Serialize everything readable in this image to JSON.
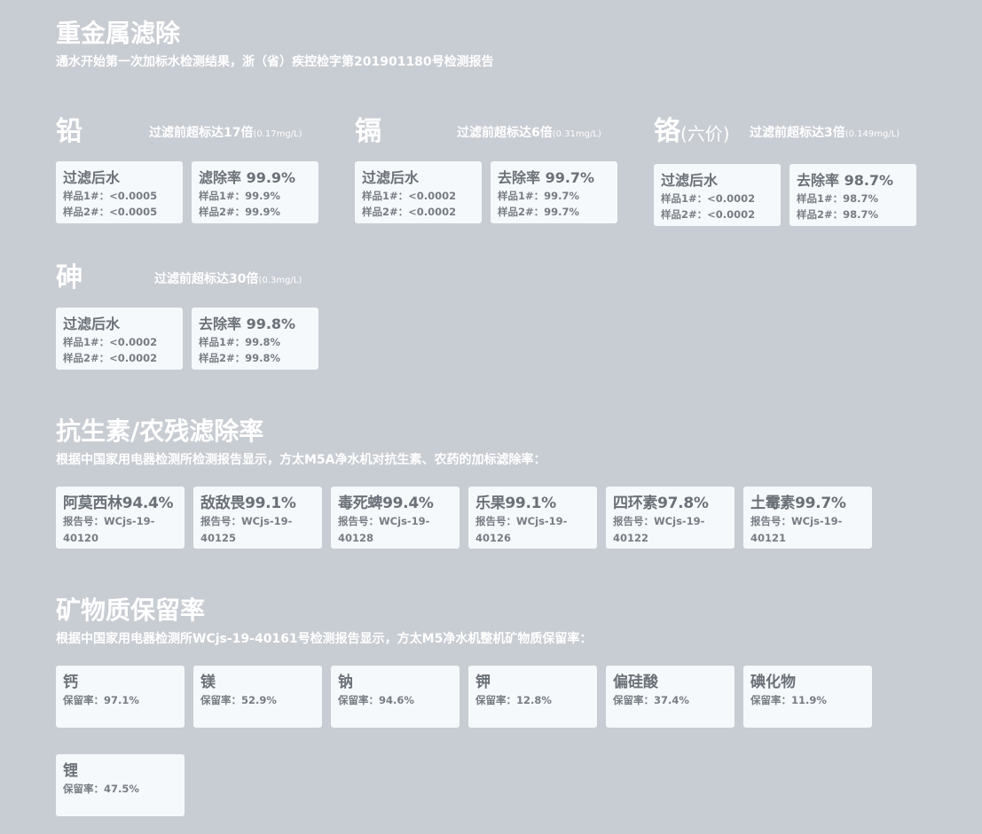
{
  "heavy_metals": {
    "title": "重金属滤除",
    "subtitle": "通水开始第一次加标水检测结果，浙（省）疾控检字第201901180号检测报告",
    "items": [
      {
        "name": "铅",
        "suffix": "",
        "exceed": "过滤前超标达17倍",
        "concentration": "(0.17mg/L)",
        "after": {
          "title": "过滤后水",
          "s1": "样品1#：<0.0005",
          "s2": "样品2#：<0.0005"
        },
        "rate": {
          "title": "滤除率 99.9%",
          "s1": "样品1#：99.9%",
          "s2": "样品2#：99.9%"
        }
      },
      {
        "name": "镉",
        "suffix": "",
        "exceed": "过滤前超标达6倍",
        "concentration": "(0.31mg/L)",
        "after": {
          "title": "过滤后水",
          "s1": "样品1#：<0.0002",
          "s2": "样品2#：<0.0002"
        },
        "rate": {
          "title": "去除率 99.7%",
          "s1": "样品1#：99.7%",
          "s2": "样品2#：99.7%"
        }
      },
      {
        "name": "铬",
        "suffix": "(六价)",
        "exceed": "过滤前超标达3倍",
        "concentration": "(0.149mg/L)",
        "after": {
          "title": "过滤后水",
          "s1": "样品1#：<0.0002",
          "s2": "样品2#：<0.0002"
        },
        "rate": {
          "title": "去除率 98.7%",
          "s1": "样品1#：98.7%",
          "s2": "样品2#：98.7%"
        }
      },
      {
        "name": "砷",
        "suffix": "",
        "exceed": "过滤前超标达30倍",
        "concentration": "(0.3mg/L)",
        "after": {
          "title": "过滤后水",
          "s1": "样品1#：<0.0002",
          "s2": "样品2#：<0.0002"
        },
        "rate": {
          "title": "去除率 99.8%",
          "s1": "样品1#：99.8%",
          "s2": "样品2#：99.8%"
        }
      }
    ]
  },
  "antibiotics": {
    "title": "抗生素/农残滤除率",
    "subtitle": "根据中国家用电器检测所检测报告显示，方太M5A净水机对抗生素、农药的加标滤除率：",
    "items": [
      {
        "title": "阿莫西林94.4%",
        "report_label": "报告号：WCjs-19-40120"
      },
      {
        "title": "敌敌畏99.1%",
        "report_label": "报告号：WCjs-19-40125"
      },
      {
        "title": "毒死蜱99.4%",
        "report_label": "报告号：WCjs-19-40128"
      },
      {
        "title": "乐果99.1%",
        "report_label": "报告号：WCjs-19-40126"
      },
      {
        "title": "四环素97.8%",
        "report_label": "报告号：WCjs-19-40122"
      },
      {
        "title": "土霉素99.7%",
        "report_label": "报告号：WCjs-19-40121"
      }
    ]
  },
  "minerals": {
    "title": "矿物质保留率",
    "subtitle": "根据中国家用电器检测所WCjs-19-40161号检测报告显示，方太M5净水机整机矿物质保留率：",
    "items": [
      {
        "name": "钙",
        "rate": "保留率：97.1%"
      },
      {
        "name": "镁",
        "rate": "保留率：52.9%"
      },
      {
        "name": "钠",
        "rate": "保留率：94.6%"
      },
      {
        "name": "钾",
        "rate": "保留率：12.8%"
      },
      {
        "name": "偏硅酸",
        "rate": "保留率：37.4%"
      },
      {
        "name": "碘化物",
        "rate": "保留率：11.9%"
      },
      {
        "name": "锂",
        "rate": "保留率：47.5%"
      }
    ]
  },
  "colors": {
    "background": "#c8ccd3",
    "card": "#f6f9fb",
    "card_text": "#6b7178",
    "heading_text": "#ffffff"
  }
}
